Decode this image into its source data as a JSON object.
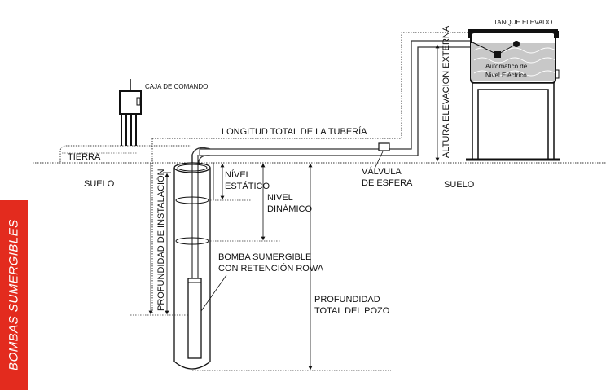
{
  "side_banner": {
    "text": "BOMBAS  SUMERGIBLES",
    "color": "#e32b1e"
  },
  "labels": {
    "tank": "TANQUE ELEVADO",
    "auto_level_1": "Automático de",
    "auto_level_2": "Nivel Eléctrico",
    "control_box": "CAJA DE COMANDO",
    "pipe_length": "LONGITUD TOTAL DE LA TUBERÍA",
    "ground_layer": "TIERRA",
    "soil_left": "SUELO",
    "soil_right": "SUELO",
    "valve_1": "VÁLVULA",
    "valve_2": "DE ESFERA",
    "static_1": "NÍVEL",
    "static_2": "ESTÁTICO",
    "dynamic_1": "NIVEL",
    "dynamic_2": "DINÁMICO",
    "install_depth": "PROFUNDIDAD DE INSTALACIÓN",
    "pump_1": "BOMBA SUMERGIBLE",
    "pump_2": "CON RETENCIÓN ROWA",
    "well_depth_1": "PROFUNDIDAD",
    "well_depth_2": "TOTAL DEL POZO",
    "elevation": "ALTURA ELEVACIÓN EXTERNA"
  }
}
